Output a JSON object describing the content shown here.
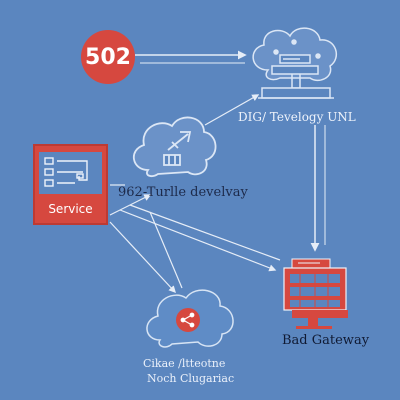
{
  "diagram": {
    "error_badge": {
      "code": "502",
      "color": "#d6483f"
    },
    "cloud_server": {
      "label": "DIG/ Tevelogy UNL",
      "icon": "cloud-server-icon"
    },
    "service_box": {
      "label": "Service",
      "icon": "list-panel-icon",
      "color": "#d6483f"
    },
    "gateway_cloud": {
      "label": "962-Turlle develvay",
      "icon": "cloud-arrow-icon"
    },
    "share_cloud": {
      "line1": "Cikae /ltteotne",
      "line2": "Noch Clugariac",
      "icon": "share-icon",
      "accent": "#d6483f"
    },
    "bad_gateway": {
      "label": "Bad Gateway",
      "icon": "server-rack-monitor-icon",
      "color": "#d6483f"
    },
    "colors": {
      "background": "#5b86bf",
      "line": "#e6edf7",
      "outline": "#dbe6f5"
    }
  }
}
